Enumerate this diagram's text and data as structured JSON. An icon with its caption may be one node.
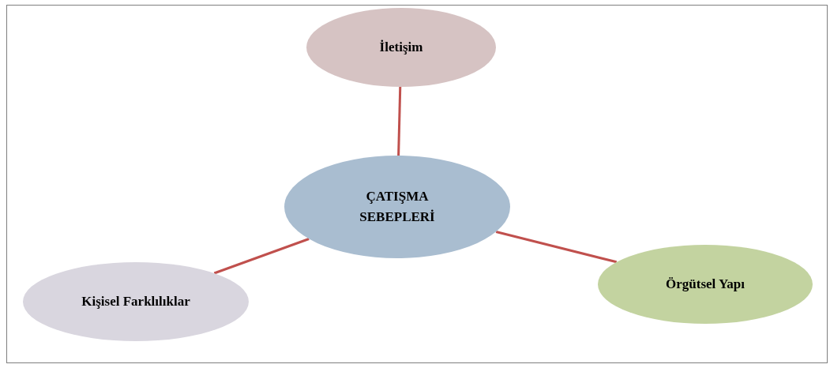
{
  "diagram": {
    "nodes": [
      {
        "text": [
          "ÇATIŞMA SEBEPLERİ"
        ]
      },
      {
        "text": [
          "İletişim"
        ]
      },
      {
        "text": [
          "Kişisel Farklılıklar"
        ]
      },
      {
        "text": [
          "Örgütsel Yapı"
        ]
      }
    ],
    "edges": [
      {
        "from": 0,
        "to": 1,
        "arrow": "none"
      },
      {
        "from": 0,
        "to": 2,
        "arrow": "none"
      },
      {
        "from": 0,
        "to": 3,
        "arrow": "none"
      }
    ]
  }
}
